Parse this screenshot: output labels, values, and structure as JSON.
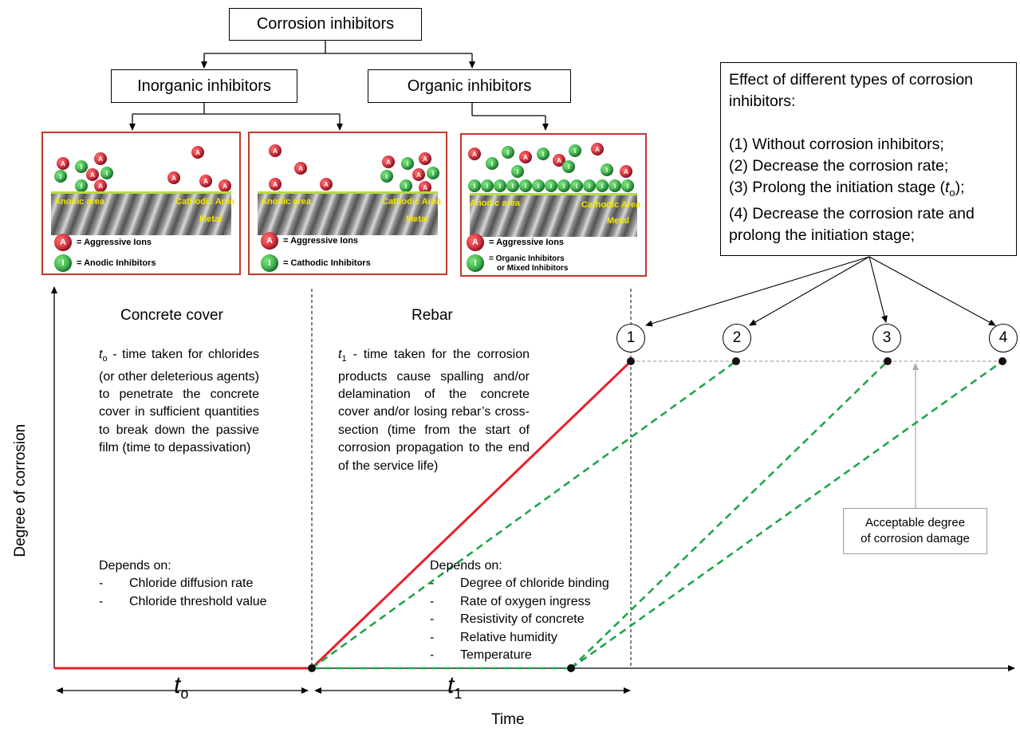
{
  "tree": {
    "root": "Corrosion inhibitors",
    "inorganic": "Inorganic inhibitors",
    "organic": "Organic inhibitors"
  },
  "panels": {
    "anodic_area": "Anodic area",
    "cathodic_area": "Cathodic Area",
    "metal": "Metal",
    "ion_a": "A",
    "ion_i": "I",
    "legend_aggressive": "= Aggressive Ions",
    "legend_anodic": "= Anodic Inhibitors",
    "legend_cathodic": "= Cathodic Inhibitors",
    "legend_organic_1": "= Organic Inhibitors",
    "legend_organic_2": "or Mixed Inhibitors"
  },
  "effect_box": {
    "heading": "Effect of different types of corrosion inhibitors:",
    "items": [
      "(1) Without corrosion inhibitors;",
      "(2) Decrease the corrosion rate;",
      "(3) Prolong the initiation stage (",
      "(4) Decrease the corrosion rate and prolong the initiation stage;"
    ],
    "item3_sym": "t",
    "item3_sub": "o",
    "item3_end": ");"
  },
  "markers": [
    "1",
    "2",
    "3",
    "4"
  ],
  "concrete": {
    "title": "Concrete cover",
    "sym": "t",
    "sub": "o",
    "desc": "- time taken for chlorides (or other deleterious agents) to penetrate the concrete cover in sufficient quantities to break down the passive film (time to depassivation)",
    "depends": "Depends on:",
    "factors": [
      "Chloride diffusion rate",
      "Chloride threshold value"
    ]
  },
  "rebar": {
    "title": "Rebar",
    "sym": "t",
    "sub": "1",
    "desc": "- time taken for the corrosion products cause spalling and/or delamination of the concrete cover and/or losing rebar’s cross-section (time from the start of corrosion propagation to the end of the service life)",
    "depends": "Depends on:",
    "factors": [
      "Degree of chloride binding",
      "Rate of oxygen ingress",
      "Resistivity of concrete",
      "Relative humidity",
      "Temperature"
    ]
  },
  "acceptable": [
    "Acceptable degree",
    "of corrosion damage"
  ],
  "axes": {
    "x_label": "Time",
    "y_label": "Degree of corrosion"
  },
  "intervals": {
    "t0_sym": "t",
    "t0_sub": "o",
    "t1_sym": "t",
    "t1_sub": "1"
  },
  "colors": {
    "no_inhibitor": "#e8202a",
    "with_inhibitor": "#1fa64a",
    "panel_border": "#c0392b"
  }
}
